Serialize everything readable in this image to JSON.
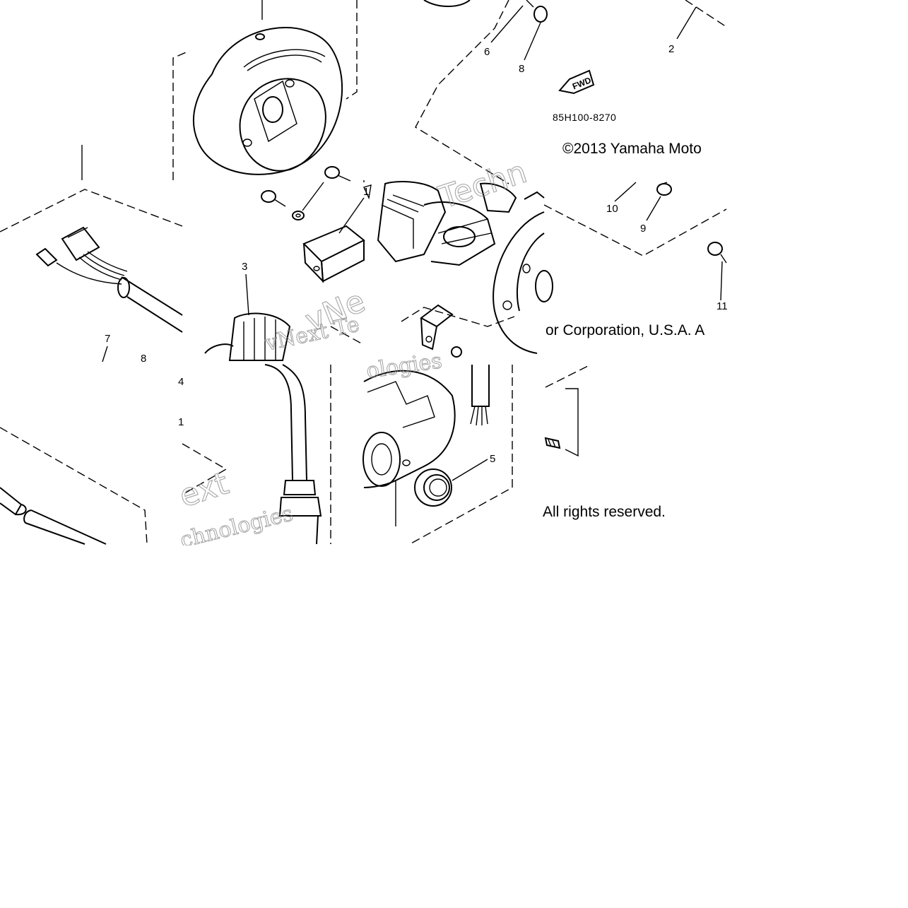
{
  "callouts": {
    "c1a": "1",
    "c1b": "1",
    "c2": "2",
    "c3": "3",
    "c4": "4",
    "c5": "5",
    "c6": "6",
    "c7": "7",
    "c8a": "8",
    "c8b": "8",
    "c9": "9",
    "c10": "10",
    "c11": "11"
  },
  "fwd_label": "FWD",
  "part_code": "85H100-8270",
  "copyright": {
    "line1": "©2013 Yamaha Moto",
    "line2": "or Corporation, U.S.A. A",
    "line3": "All rights reserved."
  },
  "watermark": {
    "a": "vNext Te",
    "b": "ologies",
    "c": "ext",
    "d": "chnologies",
    "e": "Techn",
    "f": "vNe"
  }
}
